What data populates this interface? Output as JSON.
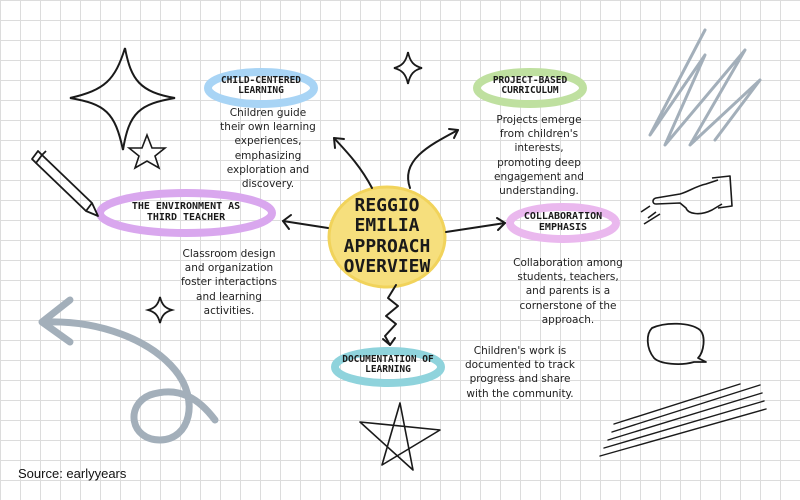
{
  "colors": {
    "center": "#f6df7d",
    "child_centered": "#a8d4f5",
    "project_based": "#bfe0a0",
    "environment": "#d9a7ee",
    "collaboration": "#eab8ee",
    "documentation": "#8fd3dc",
    "doodle": "#1a1a1a",
    "doodle_grey": "#a3afba"
  },
  "center": {
    "title": "REGGIO EMILIA APPROACH OVERVIEW"
  },
  "nodes": {
    "child_centered": {
      "label": "CHILD-CENTERED LEARNING",
      "description": "Children guide their own learning experiences, emphasizing exploration and discovery."
    },
    "project_based": {
      "label": "PROJECT-BASED CURRICULUM",
      "description": "Projects emerge from children's interests, promoting deep engagement and understanding."
    },
    "environment": {
      "label": "THE ENVIRONMENT AS THIRD TEACHER",
      "description": "Classroom design and organization foster interactions and learning activities."
    },
    "collaboration": {
      "label": "COLLABORATION EMPHASIS",
      "description": "Collaboration among students, teachers, and parents is a cornerstone of the approach."
    },
    "documentation": {
      "label": "DOCUMENTATION OF LEARNING",
      "description": "Children's work is documented to track progress and share with the community."
    }
  },
  "decorations": [
    "sparkle-icon",
    "star-icon",
    "pencil-icon",
    "pointing-hand-icon",
    "speech-bubble-icon",
    "curly-arrow-icon",
    "scribble-icon",
    "diamond-icon",
    "hatch-lines-icon"
  ],
  "source": "Source: earlyyears"
}
